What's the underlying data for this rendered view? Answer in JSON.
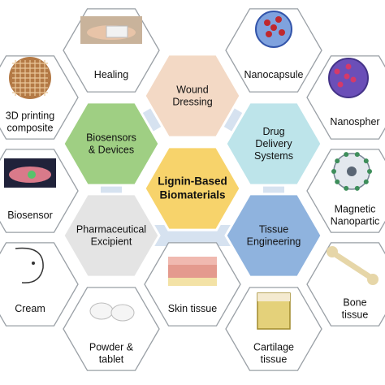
{
  "center": {
    "lines": [
      "Lignin-Based",
      "Biomaterials"
    ],
    "color": "#f7d36b"
  },
  "categories": [
    {
      "key": "wound",
      "lines": [
        "Wound",
        "Dressing"
      ],
      "color": "#f3d9c5"
    },
    {
      "key": "drug",
      "lines": [
        "Drug",
        "Delivery",
        "Systems"
      ],
      "color": "#bde4ea"
    },
    {
      "key": "tissue",
      "lines": [
        "Tissue",
        "Engineering"
      ],
      "color": "#8fb3de"
    },
    {
      "key": "pharma",
      "lines": [
        "Pharmaceutical",
        "Excipient"
      ],
      "color": "#e4e4e4"
    },
    {
      "key": "biosensors",
      "lines": [
        "Biosensors",
        "& Devices"
      ],
      "color": "#9fcf83"
    }
  ],
  "outer": [
    {
      "key": "healing",
      "lines": [
        "Healing"
      ],
      "icon": "hand-bandage-photo"
    },
    {
      "key": "nanocapsule",
      "lines": [
        "Nanocapsule"
      ],
      "icon": "nanocapsule-sphere"
    },
    {
      "key": "nanosphere",
      "lines": [
        "Nanospher"
      ],
      "icon": "nanosphere-sphere"
    },
    {
      "key": "magnetic",
      "lines": [
        "Magnetic",
        "Nanopartic"
      ],
      "icon": "magnetic-nanoparticle"
    },
    {
      "key": "bone",
      "lines": [
        "Bone",
        "tissue"
      ],
      "icon": "bone"
    },
    {
      "key": "cartilage",
      "lines": [
        "Cartilage",
        "tissue"
      ],
      "icon": "cartilage-block"
    },
    {
      "key": "skin",
      "lines": [
        "Skin tissue"
      ],
      "icon": "skin-layers"
    },
    {
      "key": "powder",
      "lines": [
        "Powder &",
        "tablet"
      ],
      "icon": "tablets"
    },
    {
      "key": "cream",
      "lines": [
        "Cream"
      ],
      "icon": "face-cream-sketch"
    },
    {
      "key": "biosensor",
      "lines": [
        "Biosensor"
      ],
      "icon": "biosensor-device"
    },
    {
      "key": "printing",
      "lines": [
        "3D printing",
        "composite"
      ],
      "icon": "printed-mesh"
    }
  ]
}
